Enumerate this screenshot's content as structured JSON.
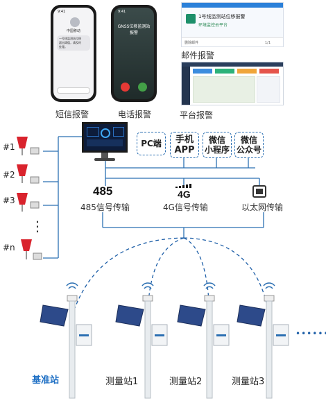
{
  "alerts": {
    "sms": {
      "label": "短信报警",
      "time": "9:41",
      "sender": "中国移动",
      "message_lines": [
        "一号线监测站位移",
        "超出阈值，请及时",
        "处理。"
      ]
    },
    "call": {
      "label": "电话报警",
      "time": "9:41",
      "caller": "GNSS位移监测站",
      "caller_sub": "报警"
    },
    "email": {
      "label": "邮件报警",
      "title": "1号线监测站位移报警",
      "subtitle": "环境监控云平台",
      "footer_left": "删除邮件",
      "pager": "1/1"
    },
    "platform": {
      "label": "平台报警"
    }
  },
  "terminals": {
    "pc": "PC端",
    "app_line1": "手机",
    "app_line2": "APP",
    "mini_line1": "微信",
    "mini_line2": "小程序",
    "oa_line1": "微信",
    "oa_line2": "公众号"
  },
  "transmission": {
    "t485_icon": "485",
    "t485": "485信号传输",
    "t4g_icon": "4G",
    "t4g": "4G信号传输",
    "eth": "以太网传输"
  },
  "sensors": [
    "#1",
    "#2",
    "#3",
    "#n"
  ],
  "ellipsis_v": "⋮",
  "stations": {
    "base": "基准站",
    "s1": "测量站1",
    "s2": "测量站2",
    "s3": "测量站3",
    "more": "••••••"
  },
  "colors": {
    "line": "#2b6fb2",
    "accent": "#1e6fc4",
    "sensor_red": "#d9232d",
    "hangup": "#e53935",
    "answer": "#43a047"
  }
}
